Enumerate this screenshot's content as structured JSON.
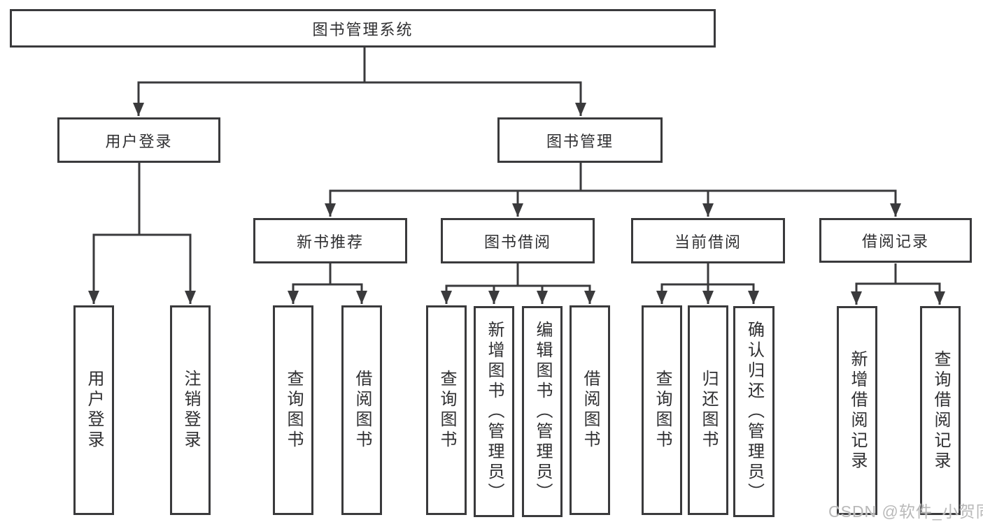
{
  "title": "图书管理系统",
  "watermark": "CSDN @软件_小贺同学",
  "colors": {
    "line": "#3a3a3c",
    "box_border": "#3a3a3c",
    "text": "#2f2f31",
    "background": "#ffffff",
    "watermark": "#b9b9b9"
  },
  "tree": {
    "root": {
      "label": "图书管理系统"
    },
    "branches": [
      {
        "label": "用户登录",
        "children": [
          {
            "label": "用户登录"
          },
          {
            "label": "注销登录"
          }
        ]
      },
      {
        "label": "图书管理",
        "children": [
          {
            "label": "新书推荐",
            "children": [
              {
                "label": "查询图书"
              },
              {
                "label": "借阅图书"
              }
            ]
          },
          {
            "label": "图书借阅",
            "children": [
              {
                "label": "查询图书"
              },
              {
                "label": "新增图书（管理员）"
              },
              {
                "label": "编辑图书（管理员）"
              },
              {
                "label": "借阅图书"
              }
            ]
          },
          {
            "label": "当前借阅",
            "children": [
              {
                "label": "查询图书"
              },
              {
                "label": "归还图书"
              },
              {
                "label": "确认归还（管理员）"
              }
            ]
          },
          {
            "label": "借阅记录",
            "children": [
              {
                "label": "新增借阅记录"
              },
              {
                "label": "查询借阅记录"
              }
            ]
          }
        ]
      }
    ]
  }
}
